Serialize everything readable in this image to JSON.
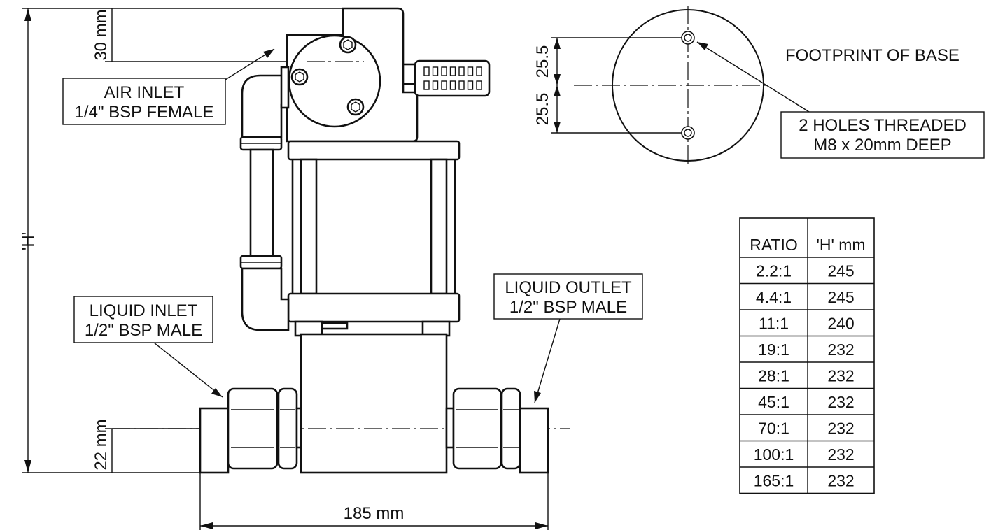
{
  "dimensions": {
    "height_label": "'H'",
    "top_offset": "30 mm",
    "bottom_offset": "22 mm",
    "width": "185 mm",
    "hole_spacing_top": "25.5",
    "hole_spacing_bottom": "25.5"
  },
  "callouts": {
    "air_inlet": {
      "line1": "AIR INLET",
      "line2": "1/4\" BSP FEMALE"
    },
    "liquid_inlet": {
      "line1": "LIQUID INLET",
      "line2": "1/2\" BSP MALE"
    },
    "liquid_outlet": {
      "line1": "LIQUID OUTLET",
      "line2": "1/2\" BSP MALE"
    },
    "holes": {
      "line1": "2 HOLES THREADED",
      "line2": "M8 x 20mm DEEP"
    }
  },
  "footprint_title": "FOOTPRINT OF BASE",
  "ratio_table": {
    "headers": [
      "RATIO",
      "'H' mm"
    ],
    "rows": [
      [
        "2.2:1",
        "245"
      ],
      [
        "4.4:1",
        "245"
      ],
      [
        "11:1",
        "240"
      ],
      [
        "19:1",
        "232"
      ],
      [
        "28:1",
        "232"
      ],
      [
        "45:1",
        "232"
      ],
      [
        "70:1",
        "232"
      ],
      [
        "100:1",
        "232"
      ],
      [
        "165:1",
        "232"
      ]
    ]
  }
}
